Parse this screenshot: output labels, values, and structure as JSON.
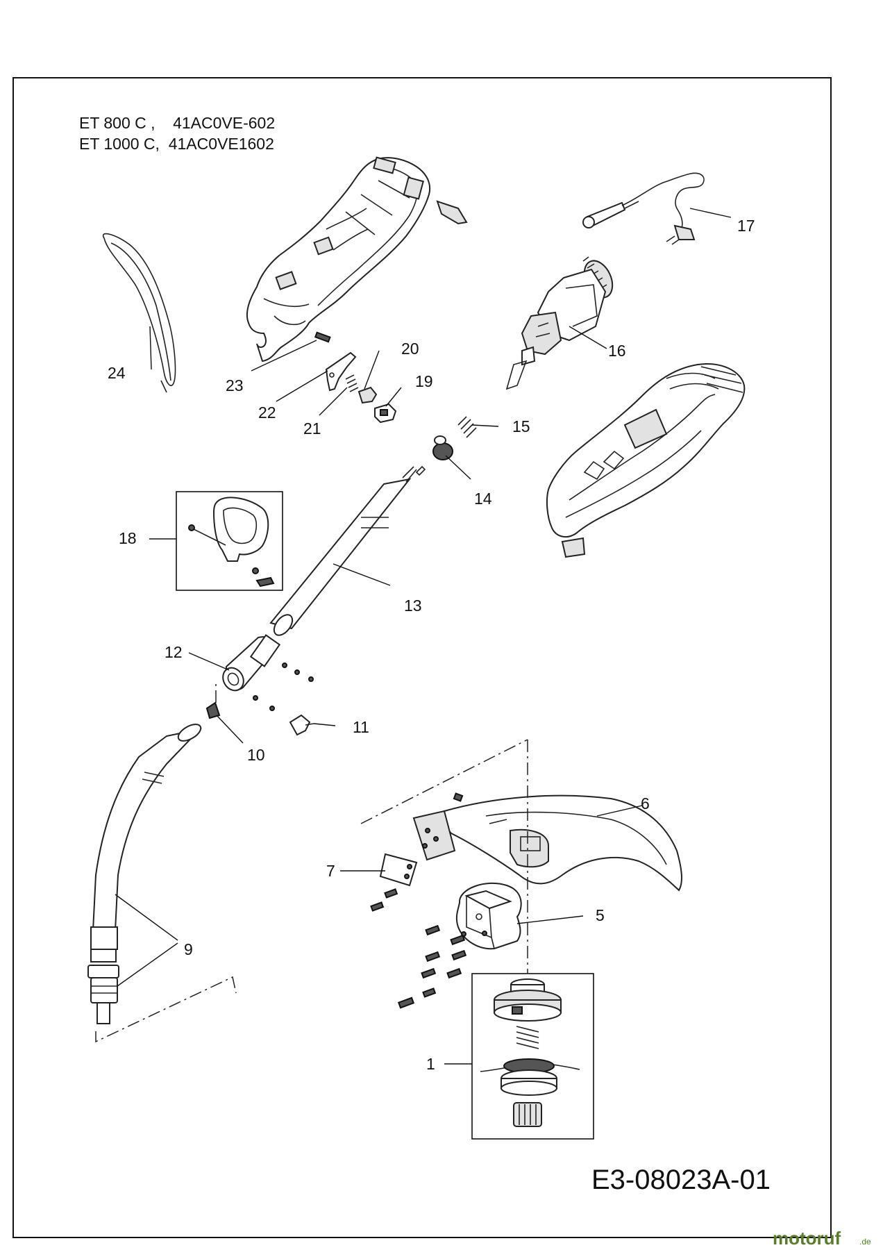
{
  "header": {
    "model_lines": [
      "ET 800 C ,    41AC0VE-602",
      "ET 1000 C,  41AC0VE1602"
    ]
  },
  "callouts": [
    "1",
    "5",
    "6",
    "7",
    "9",
    "10",
    "11",
    "12",
    "13",
    "14",
    "15",
    "16",
    "17",
    "18",
    "19",
    "20",
    "21",
    "22",
    "23",
    "24"
  ],
  "reference_code": "E3-08023A-01",
  "watermark": {
    "brand": "motoruf",
    "suffix": ".de"
  }
}
